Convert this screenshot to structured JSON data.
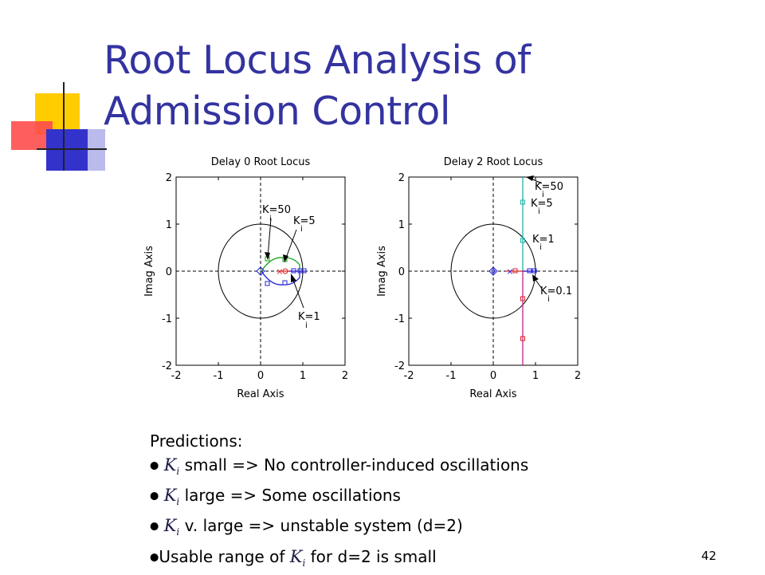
{
  "slide": {
    "title_line1": "Root Locus Analysis of",
    "title_line2": "Admission Control",
    "page_number": "42"
  },
  "predictions": {
    "heading": "Predictions:",
    "ki_symbol": "K",
    "ki_subscript": "i",
    "items": [
      "small => No controller-induced oscillations",
      "large => Some oscillations",
      "v. large => unstable system (d=2)"
    ],
    "last_prefix": "Usable range of",
    "last_suffix": "for d=2 is small"
  },
  "chart_data": [
    {
      "type": "scatter",
      "title": "Delay 0 Root Locus",
      "xlabel": "Real Axis",
      "ylabel": "Imag Axis",
      "xlim": [
        -2,
        2
      ],
      "ylim": [
        -2,
        2
      ],
      "x_ticks": [
        "-2",
        "-1",
        "0",
        "1",
        "2"
      ],
      "y_ticks": [
        "2",
        "1",
        "0",
        "-1",
        "-2"
      ],
      "grid": false,
      "annotations": [
        {
          "base": "K",
          "sub": "i",
          "text": "=50"
        },
        {
          "base": "K",
          "sub": "i",
          "text": "=5"
        },
        {
          "base": "K",
          "sub": "i",
          "text": "=1"
        }
      ],
      "colors": {
        "locus_upper": "#1aa01a",
        "locus_lower": "#2222dd",
        "pole": "#dd2222",
        "zero": "#2222dd"
      }
    },
    {
      "type": "scatter",
      "title": "Delay 2 Root Locus",
      "xlabel": "Real Axis",
      "ylabel": "Imag Axis",
      "xlim": [
        -2,
        2
      ],
      "ylim": [
        -2,
        2
      ],
      "x_ticks": [
        "-2",
        "-1",
        "0",
        "1",
        "2"
      ],
      "y_ticks": [
        "2",
        "1",
        "0",
        "-1",
        "-2"
      ],
      "grid": false,
      "annotations": [
        {
          "base": "K",
          "sub": "i",
          "text": "=50"
        },
        {
          "base": "K",
          "sub": "i",
          "text": "=5"
        },
        {
          "base": "K",
          "sub": "i",
          "text": "=1"
        },
        {
          "base": "K",
          "sub": "i",
          "text": "=0.1"
        }
      ],
      "colors": {
        "locus_upper": "#20b0a8",
        "locus_lower": "#c0208a",
        "pole": "#dd2222",
        "zero": "#2222dd"
      }
    }
  ]
}
